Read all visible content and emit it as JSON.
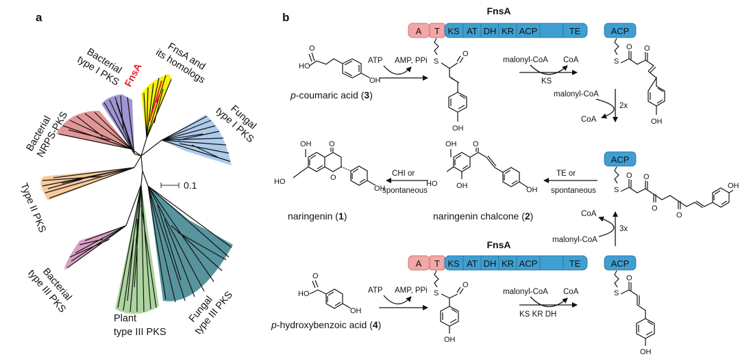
{
  "panels": {
    "a_label": "a",
    "b_label": "b"
  },
  "tree": {
    "scale_label": "0.1",
    "clades": [
      {
        "label_lines": [
          "Bacterial",
          "type I PKS"
        ],
        "color": "#9b8fd1"
      },
      {
        "label_lines": [
          "FnsA and",
          "its homologs"
        ],
        "color": "#f5f000"
      },
      {
        "label_lines": [
          "Fungal",
          "type I PKS"
        ],
        "color": "#a9c8ea"
      },
      {
        "label_lines": [
          "Bacterial",
          "NRPS-PKS"
        ],
        "color": "#e08f8f"
      },
      {
        "label_lines": [
          "Type II PKS"
        ],
        "color": "#f5c79a"
      },
      {
        "label_lines": [
          "Bacterial",
          "type III PKS"
        ],
        "color": "#d89ac2"
      },
      {
        "label_lines": [
          "Plant",
          "type III PKS"
        ],
        "color": "#a8d29a"
      },
      {
        "label_lines": [
          "Fungal",
          "type III PKS"
        ],
        "color": "#4f8e98"
      }
    ],
    "highlight": {
      "label": "FnsA",
      "color": "#e8202a"
    }
  },
  "enzyme": {
    "title": "FnsA",
    "domains": [
      "A",
      "T",
      "KS",
      "AT",
      "DH",
      "KR",
      "ACP",
      "TE"
    ],
    "a_color": "#f3a7a7",
    "domain_color": "#3f9fd0",
    "acp_label": "ACP"
  },
  "compounds": {
    "coumaric_prefix": "p",
    "coumaric_name": "-coumaric acid (",
    "coumaric_num": "3",
    "close": ")",
    "hydroxy_prefix": "p",
    "hydroxy_name": "-hydroxybenzoic acid (",
    "hydroxy_num": "4",
    "naringenin_name": "naringenin (",
    "naringenin_num": "1",
    "chalcone_name": "naringenin chalcone (",
    "chalcone_num": "2"
  },
  "atoms": {
    "o": "O",
    "oh": "OH",
    "ho": "HO",
    "s": "S"
  },
  "reactions": {
    "atp": "ATP",
    "amp_ppi": "AMP, PPi",
    "malonyl": "malonyl-CoA",
    "coa": "CoA",
    "ks": "KS",
    "ks_kr_dh": "KS  KR  DH",
    "times2": "2x",
    "times3": "3x",
    "te_or": "TE or",
    "chi_or": "CHI or",
    "spontaneous": "spontaneous"
  }
}
